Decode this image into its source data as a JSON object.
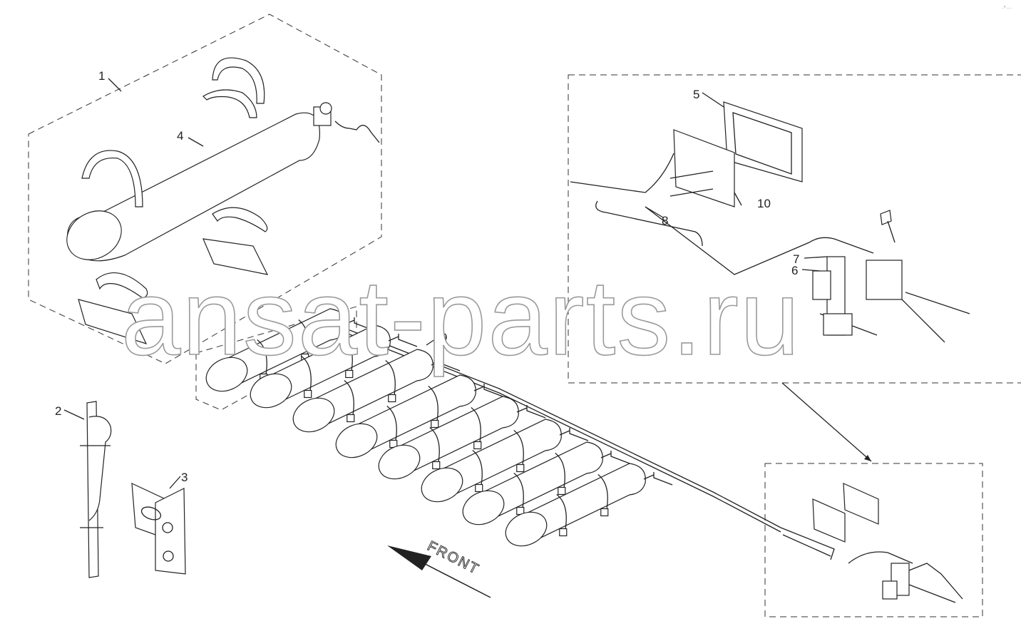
{
  "watermark": "ansat-parts.ru",
  "direction_label": "FRONT",
  "corner_mark": "·°···",
  "callouts": [
    {
      "id": "1",
      "text": "1"
    },
    {
      "id": "2",
      "text": "2"
    },
    {
      "id": "3",
      "text": "3"
    },
    {
      "id": "4",
      "text": "4"
    },
    {
      "id": "5",
      "text": "5"
    },
    {
      "id": "6",
      "text": "6"
    },
    {
      "id": "7",
      "text": "7"
    },
    {
      "id": "8",
      "text": "8"
    },
    {
      "id": "9",
      "text": "9"
    },
    {
      "id": "10",
      "text": "10"
    }
  ],
  "cylinder_count": 8
}
